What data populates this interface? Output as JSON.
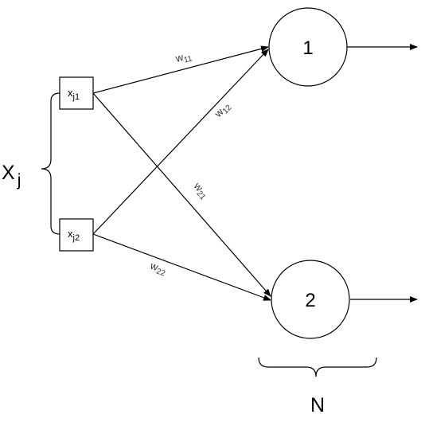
{
  "diagram": {
    "input_group_label": "X",
    "input_group_subscript": "j",
    "inputs": [
      {
        "main": "x",
        "sub": "j1"
      },
      {
        "main": "x",
        "sub": "j2"
      }
    ],
    "neurons": [
      {
        "label": "1"
      },
      {
        "label": "2"
      }
    ],
    "weights": [
      {
        "main": "w",
        "sub": "11"
      },
      {
        "main": "w",
        "sub": "12"
      },
      {
        "main": "w",
        "sub": "21"
      },
      {
        "main": "w",
        "sub": "22"
      }
    ],
    "output_group_label": "N"
  }
}
